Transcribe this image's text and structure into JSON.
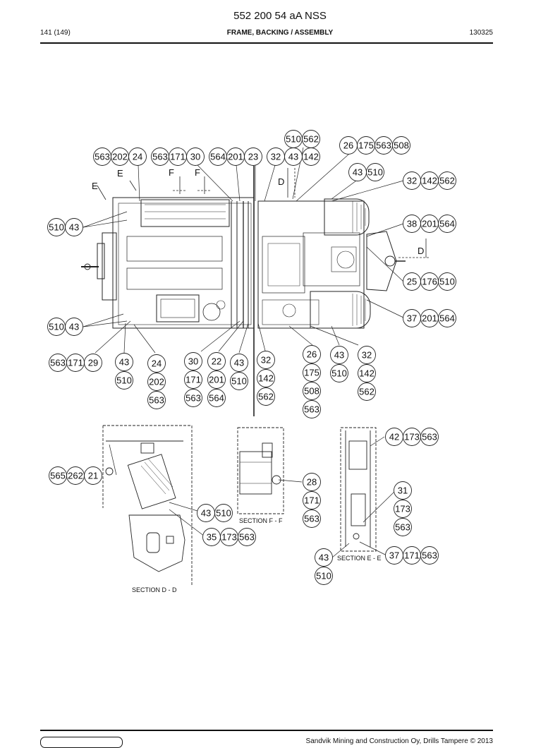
{
  "header": {
    "doc_number": "552 200 54 aA NSS",
    "page": "141 (149)",
    "title": "FRAME, BACKING / ASSEMBLY",
    "date": "130325"
  },
  "footer": {
    "copyright": "Sandvik Mining and Construction Oy, Drills Tampere © 2013"
  },
  "view_letters": [
    "E",
    "E",
    "F",
    "F",
    "D",
    "D"
  ],
  "section_labels": [
    "SECTION F - F",
    "SECTION D - D",
    "SECTION E - E"
  ],
  "callouts": [
    [
      "510",
      "562"
    ],
    [
      "563",
      "202",
      "24"
    ],
    [
      "563",
      "171",
      "30"
    ],
    [
      "564",
      "201",
      "23"
    ],
    [
      "32",
      "43",
      "142"
    ],
    [
      "26",
      "175",
      "563",
      "508"
    ],
    [
      "43",
      "510"
    ],
    [
      "32",
      "142",
      "562"
    ],
    [
      "510",
      "43"
    ],
    [
      "38",
      "201",
      "564"
    ],
    [
      "25",
      "176",
      "510"
    ],
    [
      "37",
      "201",
      "564"
    ],
    [
      "510",
      "43"
    ],
    [
      "563",
      "171",
      "29"
    ],
    [
      "43",
      "510"
    ],
    [
      "24",
      "202",
      "563"
    ],
    [
      "30",
      "171",
      "563"
    ],
    [
      "22",
      "201",
      "564"
    ],
    [
      "43",
      "510"
    ],
    [
      "32",
      "142",
      "562"
    ],
    [
      "26",
      "175",
      "508",
      "563"
    ],
    [
      "43",
      "510"
    ],
    [
      "32",
      "142",
      "562"
    ],
    [
      "42",
      "173",
      "563"
    ],
    [
      "565",
      "262",
      "21"
    ],
    [
      "28",
      "171",
      "563"
    ],
    [
      "31",
      "173",
      "563"
    ],
    [
      "43",
      "510"
    ],
    [
      "35",
      "173",
      "563"
    ],
    [
      "43",
      "510"
    ],
    [
      "37",
      "171",
      "563"
    ]
  ]
}
